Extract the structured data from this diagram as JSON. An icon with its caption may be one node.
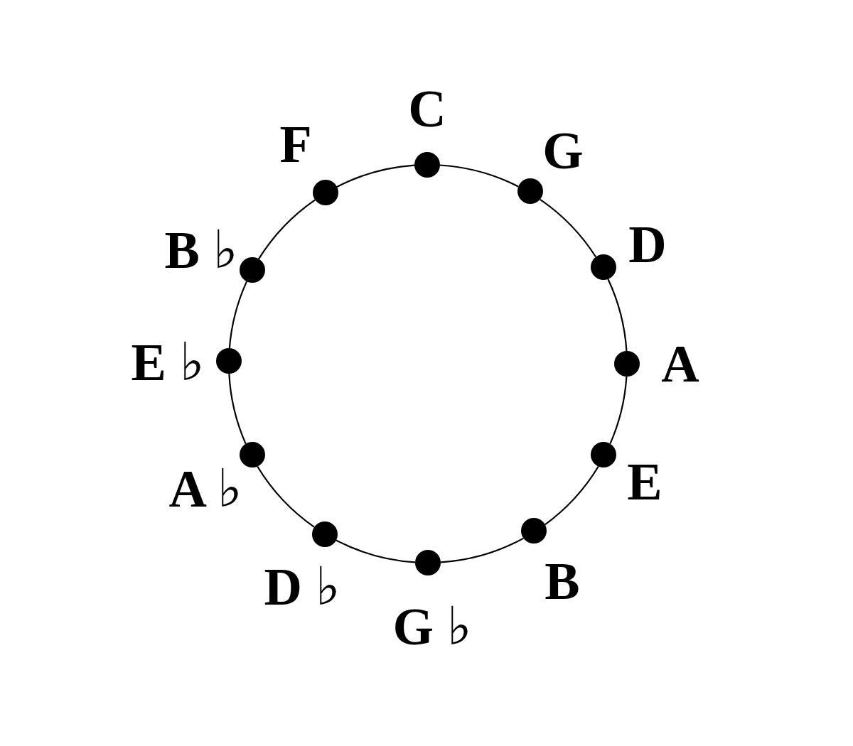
{
  "diagram": {
    "nodes": [
      {
        "text": [],
        "shape": "circle",
        "beside": [
          "C"
        ]
      },
      {
        "text": [],
        "shape": "circle",
        "beside": [
          "G"
        ]
      },
      {
        "text": [],
        "shape": "circle",
        "beside": [
          "D"
        ]
      },
      {
        "text": [],
        "shape": "circle",
        "beside": [
          "A"
        ]
      },
      {
        "text": [],
        "shape": "circle",
        "beside": [
          "E"
        ]
      },
      {
        "text": [],
        "shape": "circle",
        "beside": [
          "B"
        ]
      },
      {
        "text": [],
        "shape": "circle",
        "beside": [
          "G ♭"
        ]
      },
      {
        "text": [],
        "shape": "circle",
        "beside": [
          "D ♭"
        ]
      },
      {
        "text": [],
        "shape": "circle",
        "beside": [
          "A ♭"
        ]
      },
      {
        "text": [],
        "shape": "circle",
        "beside": [
          "E ♭"
        ]
      },
      {
        "text": [],
        "shape": "circle",
        "beside": [
          "B ♭"
        ]
      },
      {
        "text": [],
        "shape": "circle",
        "beside": [
          "F"
        ]
      }
    ],
    "edges": [
      {
        "from": 0,
        "to": 1,
        "arrow": "none"
      },
      {
        "from": 1,
        "to": 2,
        "arrow": "none"
      },
      {
        "from": 2,
        "to": 3,
        "arrow": "none"
      },
      {
        "from": 3,
        "to": 4,
        "arrow": "none"
      },
      {
        "from": 4,
        "to": 5,
        "arrow": "none"
      },
      {
        "from": 5,
        "to": 6,
        "arrow": "none"
      },
      {
        "from": 6,
        "to": 7,
        "arrow": "none"
      },
      {
        "from": 7,
        "to": 8,
        "arrow": "none"
      },
      {
        "from": 8,
        "to": 9,
        "arrow": "none"
      },
      {
        "from": 9,
        "to": 10,
        "arrow": "none"
      },
      {
        "from": 10,
        "to": 11,
        "arrow": "none"
      },
      {
        "from": 11,
        "to": 0,
        "arrow": "none"
      }
    ]
  }
}
